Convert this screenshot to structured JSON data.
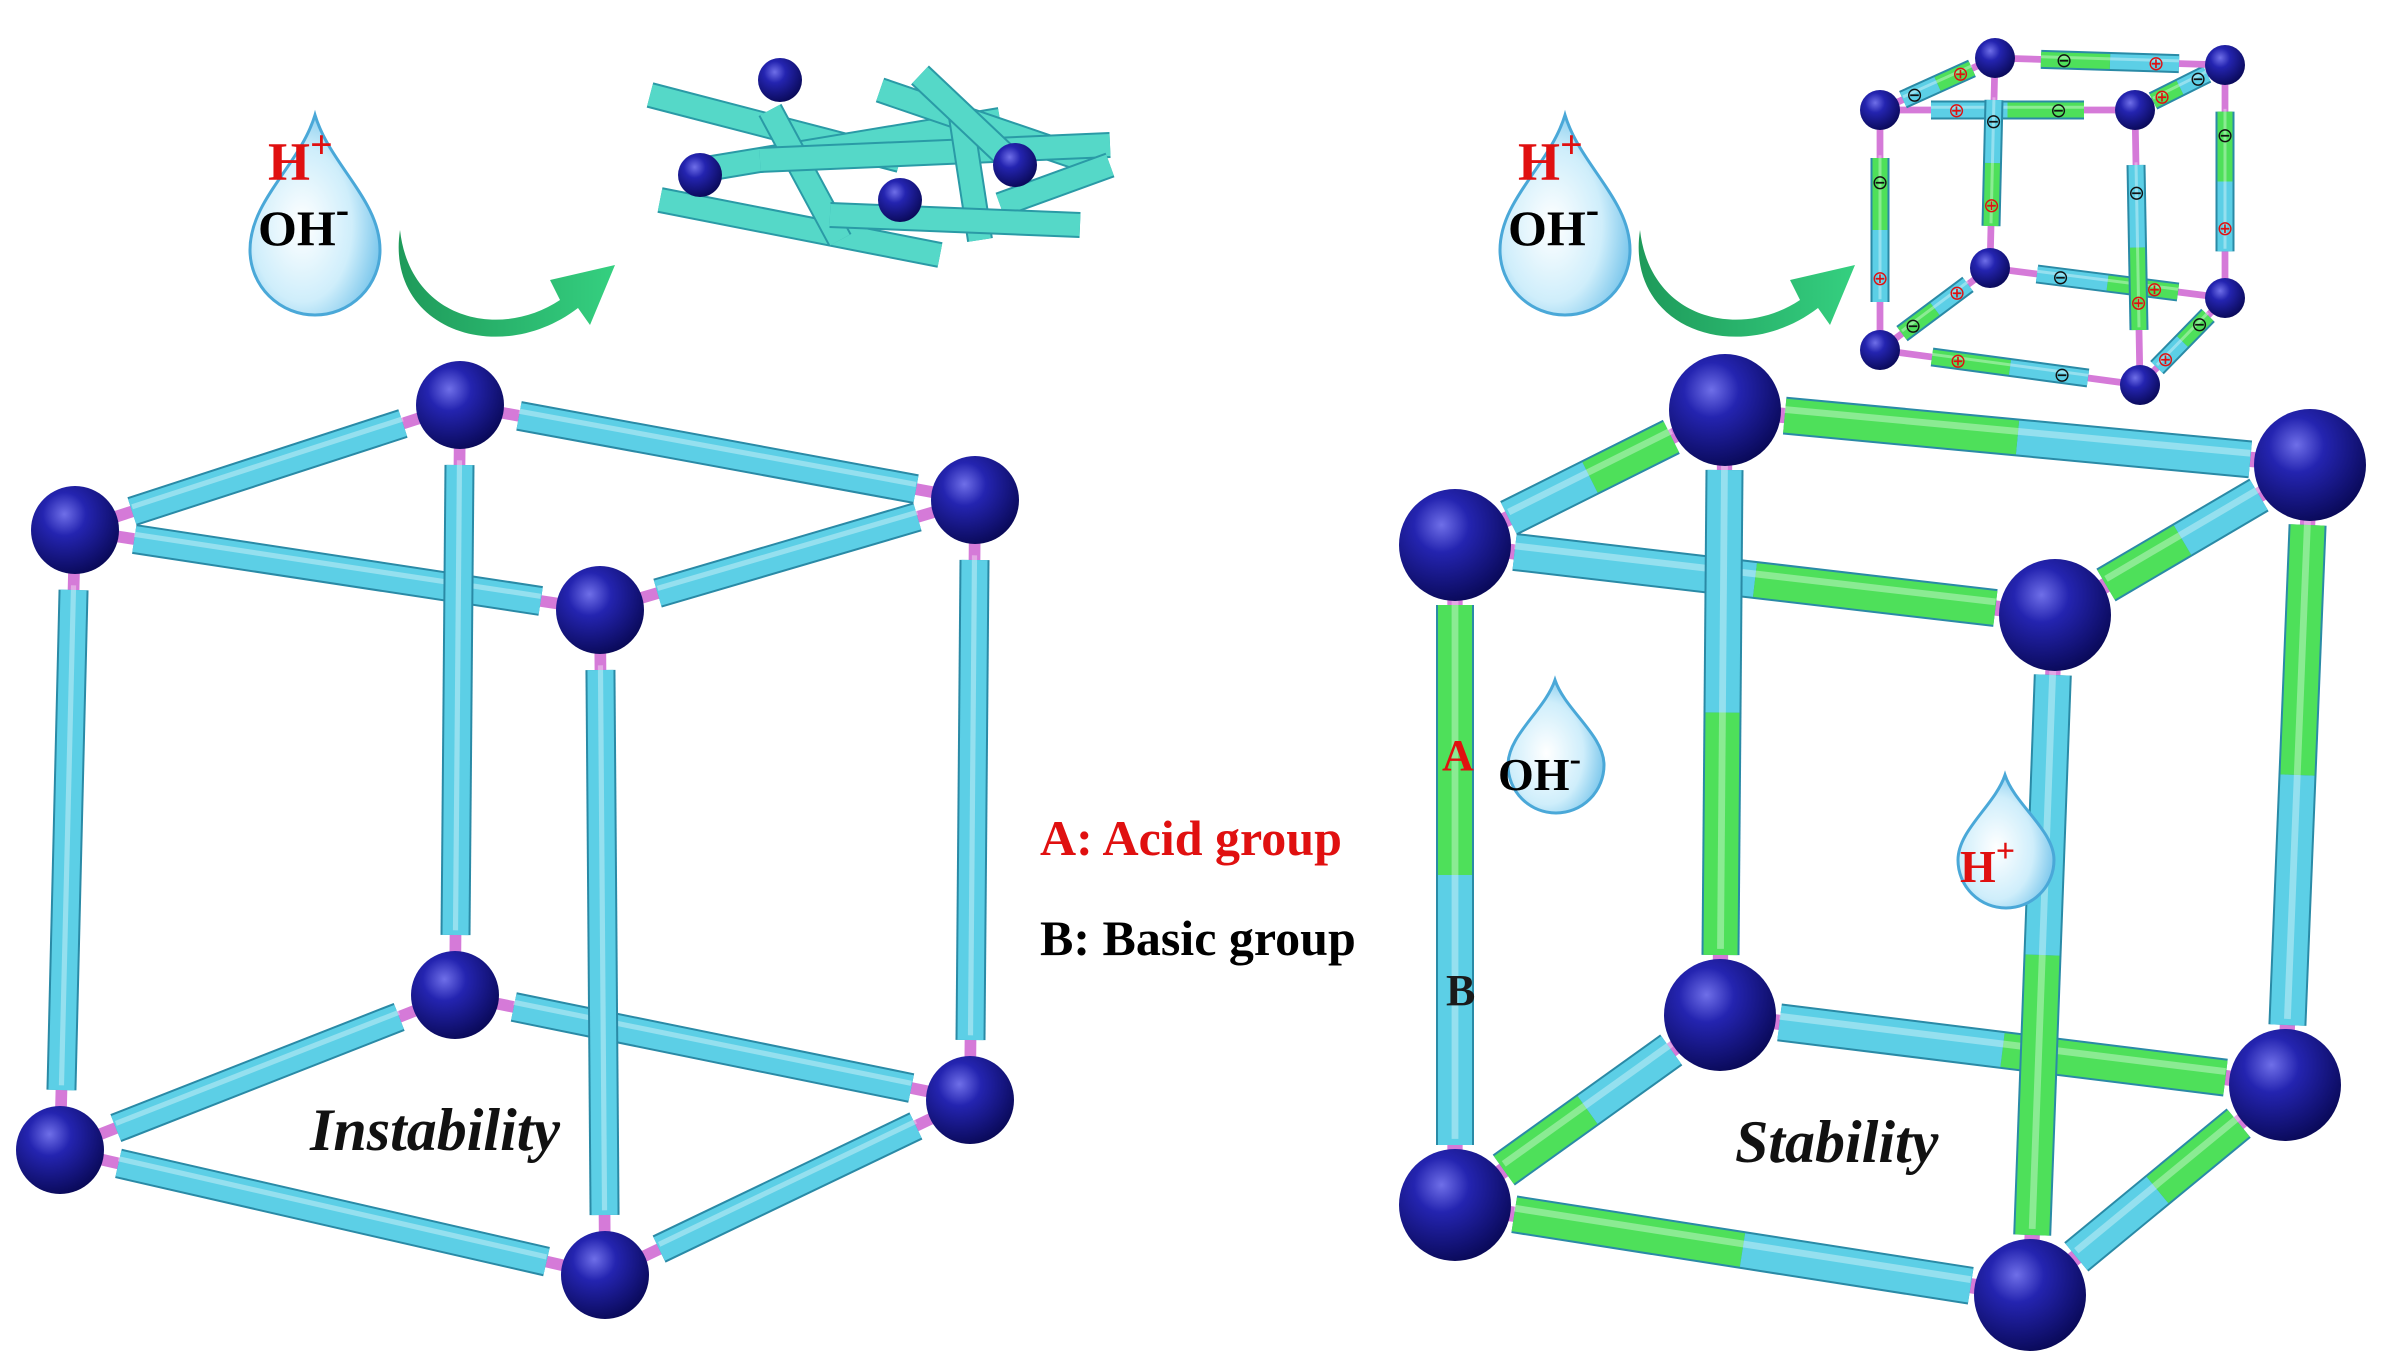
{
  "left_panel": {
    "label": "Instability",
    "ion_top": "H",
    "ion_top_sup": "+",
    "ion_bottom": "OH",
    "ion_bottom_sup": "-"
  },
  "right_panel": {
    "label": "Stability",
    "ion_top": "H",
    "ion_top_sup": "+",
    "ion_bottom": "OH",
    "ion_bottom_sup": "-",
    "rod_label_a": "A",
    "rod_label_b": "B",
    "inner_oh": "OH",
    "inner_oh_sup": "-",
    "inner_h": "H",
    "inner_h_sup": "+"
  },
  "legend": {
    "acid": "A: Acid group",
    "basic": "B: Basic group"
  },
  "small_cube_marks": {
    "plus": "⊕",
    "minus": "⊖"
  },
  "colors": {
    "node": "#1a1a8c",
    "rod": "#5ccfe6",
    "rod_green": "#4ee05a",
    "linker": "#d57ad8",
    "acid_text": "#e01010",
    "basic_text": "#000000",
    "arrow": "#22b26a"
  }
}
